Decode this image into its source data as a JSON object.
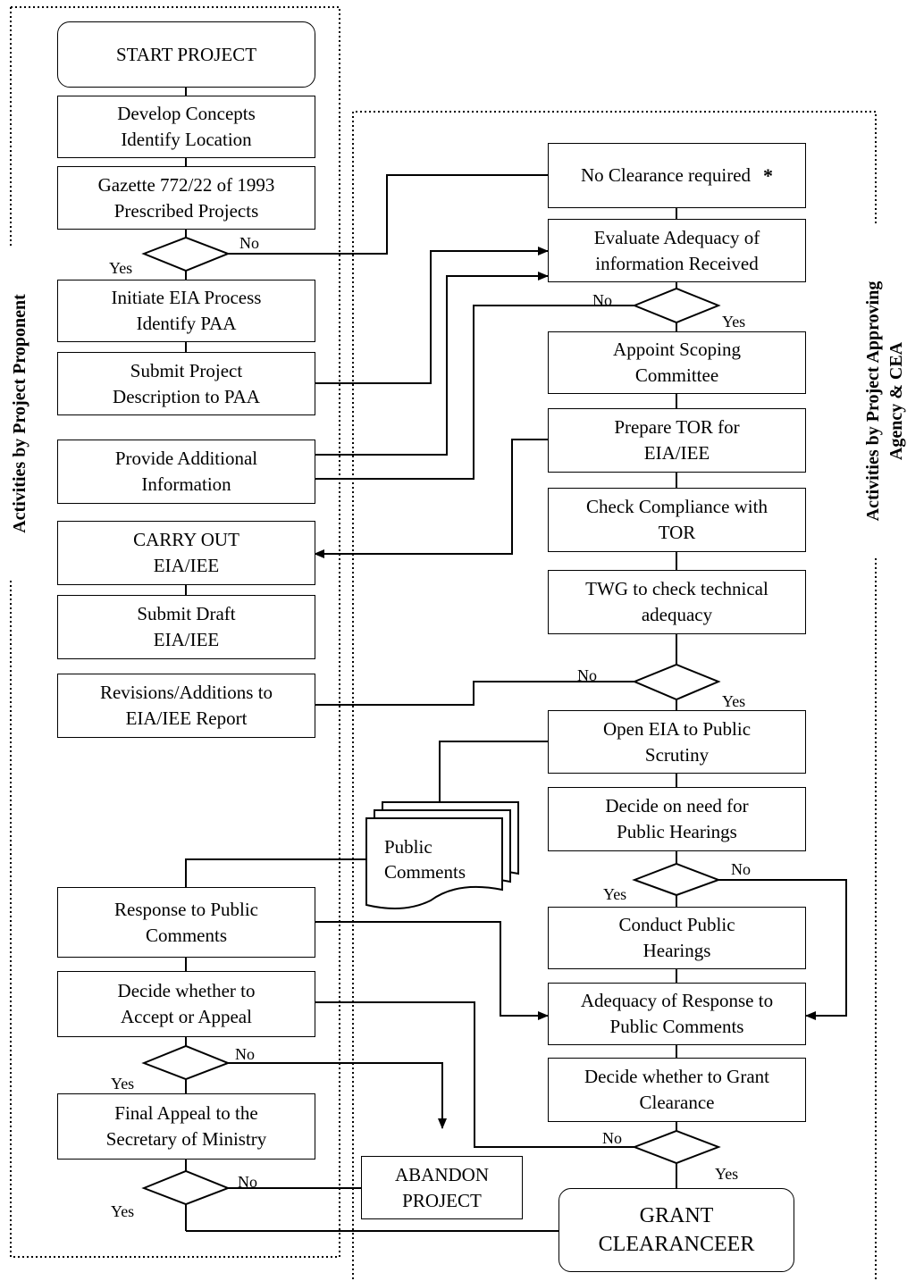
{
  "left_lane_title": "Activities by Project Proponent",
  "right_lane_title": [
    "Activities by Project Approving",
    "Agency & CEA"
  ],
  "left": {
    "start": "START PROJECT",
    "develop": [
      "Develop Concepts",
      "Identify Location"
    ],
    "gazette": [
      "Gazette 772/22 of 1993",
      "Prescribed Projects"
    ],
    "initiate": [
      "Initiate EIA Process",
      "Identify PAA"
    ],
    "submit_desc": [
      "Submit Project",
      "Description to PAA"
    ],
    "provide_info": [
      "Provide Additional",
      "Information"
    ],
    "carry_out": [
      "CARRY OUT",
      "EIA/IEE"
    ],
    "submit_draft": [
      "Submit Draft",
      "EIA/IEE"
    ],
    "revisions": [
      "Revisions/Additions to",
      "EIA/IEE Report"
    ],
    "response": [
      "Response to Public",
      "Comments"
    ],
    "decide_appeal": [
      "Decide whether to",
      "Accept or Appeal"
    ],
    "final_appeal": [
      "Final Appeal  to the",
      "Secretary of Ministry"
    ]
  },
  "right": {
    "no_clearance": "No Clearance required",
    "star": "*",
    "evaluate": [
      "Evaluate Adequacy of",
      "information Received"
    ],
    "scoping": [
      "Appoint Scoping",
      "Committee"
    ],
    "tor": [
      "Prepare TOR for",
      "EIA/IEE"
    ],
    "check_tor": [
      "Check Compliance with",
      "TOR"
    ],
    "twg": [
      "TWG to check technical",
      "adequacy"
    ],
    "open_eia": [
      "Open EIA to Public",
      "Scrutiny"
    ],
    "decide_hearings": [
      "Decide on  need for",
      "Public Hearings"
    ],
    "conduct": [
      "Conduct Public",
      "Hearings"
    ],
    "adequacy_response": [
      "Adequacy of Response to",
      "Public Comments"
    ],
    "decide_grant": [
      "Decide whether  to Grant",
      "Clearance"
    ],
    "grant": [
      "GRANT",
      "CLEARANCEER"
    ]
  },
  "middle": {
    "public_comments": [
      "Public",
      "Comments"
    ],
    "abandon": [
      "ABANDON",
      "PROJECT"
    ]
  },
  "labels": {
    "yes": "Yes",
    "no": "No"
  }
}
